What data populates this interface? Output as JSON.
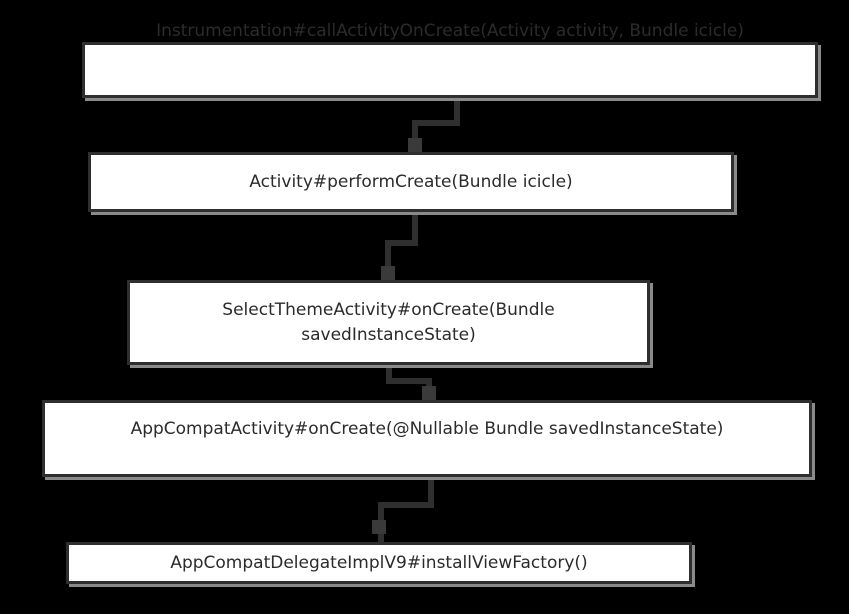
{
  "diagram": {
    "type": "call-hierarchy-flowchart",
    "background_color": "#000000",
    "node_fill_color": "#ffffff",
    "node_border_color": "#2f2f2f",
    "node_shadow_color": "#8a8a8a",
    "text_color": "#2b2b2b",
    "connector_color": "#2f2f2f",
    "nodes": [
      {
        "id": "node-1",
        "label": "Instrumentation#callActivityOnCreate(Activity activity, Bundle icicle)",
        "order": 1
      },
      {
        "id": "node-2",
        "label": "Activity#performCreate(Bundle icicle)",
        "order": 2
      },
      {
        "id": "node-3",
        "label": "SelectThemeActivity#onCreate(Bundle savedInstanceState)",
        "order": 3
      },
      {
        "id": "node-4",
        "label": "AppCompatActivity#onCreate(@Nullable Bundle savedInstanceState)",
        "order": 4
      },
      {
        "id": "node-5",
        "label": "AppCompatDelegateImplV9#installViewFactory()",
        "order": 5
      }
    ],
    "edges": [
      {
        "id": "edge-1-2",
        "from": "node-1",
        "to": "node-2"
      },
      {
        "id": "edge-2-3",
        "from": "node-2",
        "to": "node-3"
      },
      {
        "id": "edge-3-4",
        "from": "node-3",
        "to": "node-4"
      },
      {
        "id": "edge-4-5",
        "from": "node-4",
        "to": "node-5"
      }
    ]
  }
}
